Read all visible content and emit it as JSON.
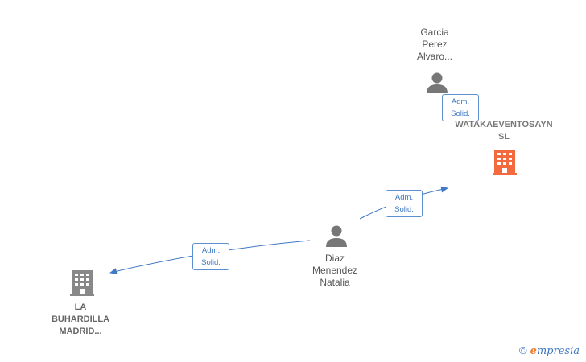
{
  "nodes": {
    "person_garcia": {
      "label": "Garcia\nPerez\nAlvaro..."
    },
    "company_watakaeventosayn": {
      "label": "WATAKAEVENTOSAYN\nSL",
      "color": "#f26a3d"
    },
    "person_diaz": {
      "label": "Diaz\nMenendez\nNatalia"
    },
    "company_la_buhardilla": {
      "label": "LA\nBUHARDILLA\nMADRID...",
      "color": "#888888"
    }
  },
  "edges": [
    {
      "from": "Garcia Perez Alvaro...",
      "to": "WATAKAEVENTOSAYN SL",
      "label_line1": "Adm.",
      "label_line2": "Solid."
    },
    {
      "from": "Diaz Menendez Natalia",
      "to": "WATAKAEVENTOSAYN SL",
      "label_line1": "Adm.",
      "label_line2": "Solid."
    },
    {
      "from": "Diaz Menendez Natalia",
      "to": "LA BUHARDILLA MADRID...",
      "label_line1": "Adm.",
      "label_line2": "Solid."
    }
  ],
  "colors": {
    "edge": "#3f78c4",
    "person": "#777777",
    "company_highlight": "#f26a3d",
    "company": "#888888"
  },
  "watermark": {
    "copyright": "©",
    "brand_e": "e",
    "brand_rest": "mpresia"
  }
}
